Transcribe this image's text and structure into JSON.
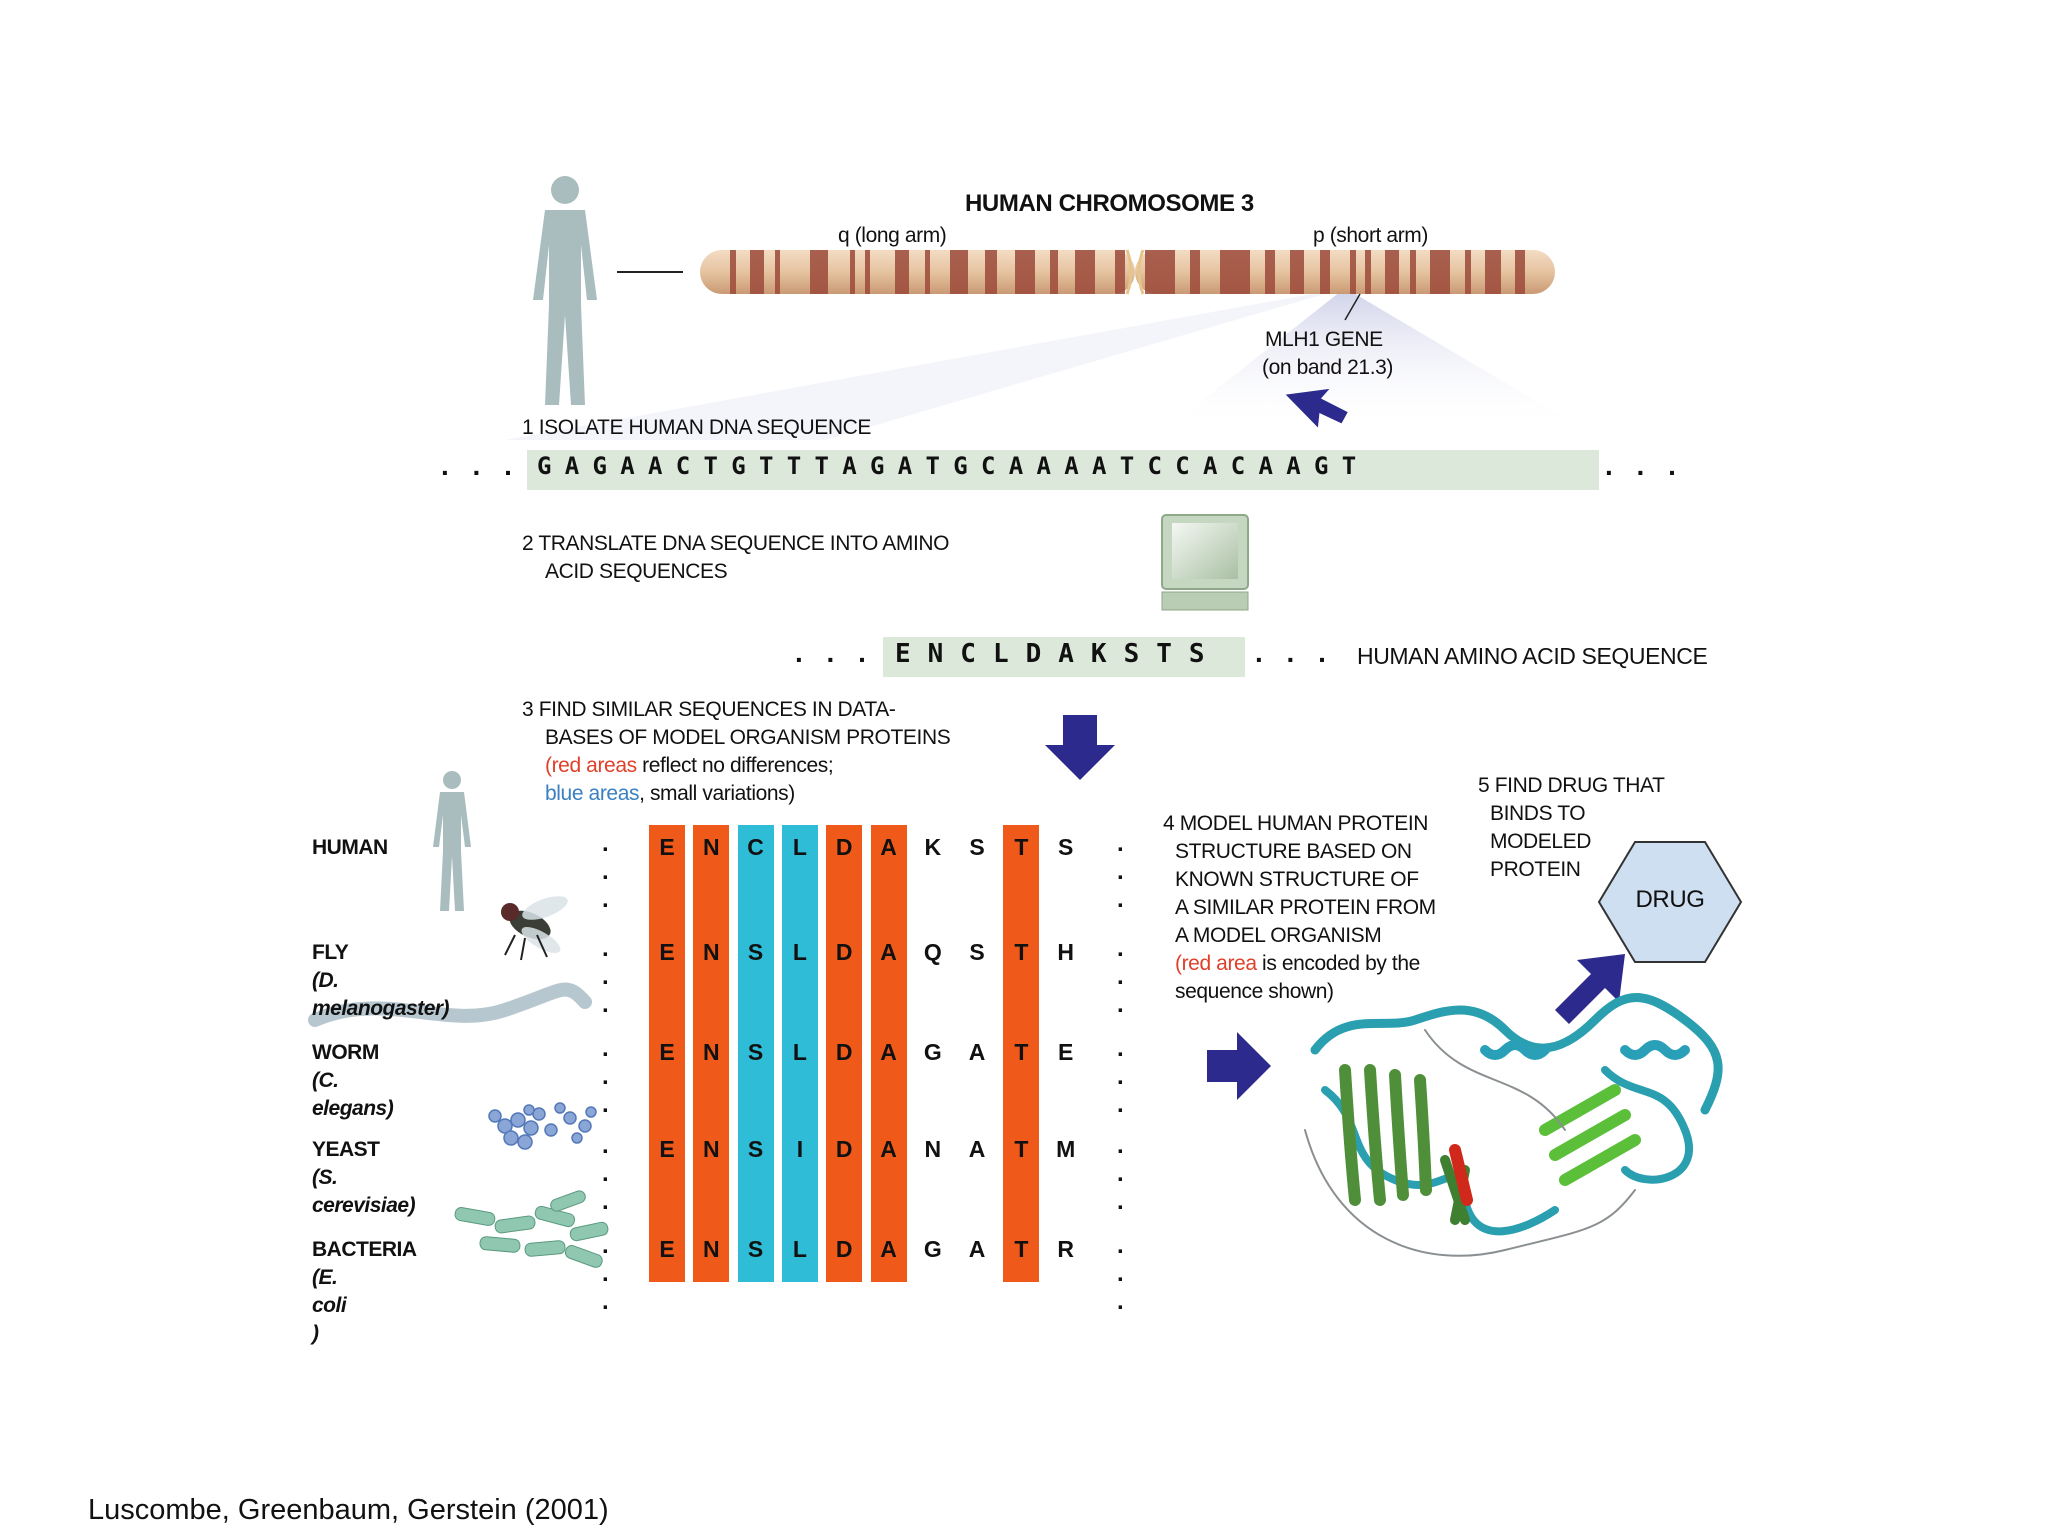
{
  "chromosome": {
    "title": "HUMAN CHROMOSOME 3",
    "q_label": "q (long arm)",
    "p_label": "p (short arm)",
    "gene_label": "MLH1 GENE",
    "band_label": "(on band 21.3)"
  },
  "step1": {
    "label": "1  ISOLATE HUMAN DNA SEQUENCE",
    "dots_left": ". . .",
    "sequence": "GAGAACTGTTTAGATGCAAAATCCACAAGT",
    "dots_right": ". . ."
  },
  "step2": {
    "line1": "2  TRANSLATE DNA SEQUENCE INTO AMINO",
    "line2": "ACID SEQUENCES"
  },
  "amino": {
    "dots_left": ". . .",
    "sequence": "ENCLDAKSTS",
    "dots_right": ". . .",
    "label": "HUMAN AMINO ACID SEQUENCE"
  },
  "step3": {
    "line1": "3  FIND SIMILAR SEQUENCES IN DATA-",
    "line2": "BASES OF MODEL ORGANISM PROTEINS",
    "line3_red": "(red   areas",
    "line3_rest": " reflect no differences;",
    "line4_blue": "blue areas",
    "line4_rest": ", small variations)"
  },
  "alignment": {
    "column_types": [
      "red",
      "red",
      "blue",
      "blue",
      "red",
      "red",
      "none",
      "none",
      "red",
      "none"
    ],
    "rows": [
      {
        "name": "HUMAN",
        "species": "",
        "residues": [
          "E",
          "N",
          "C",
          "L",
          "D",
          "A",
          "K",
          "S",
          "T",
          "S"
        ]
      },
      {
        "name": "FLY",
        "species": "(D. melanogaster)",
        "residues": [
          "E",
          "N",
          "S",
          "L",
          "D",
          "A",
          "Q",
          "S",
          "T",
          "H"
        ]
      },
      {
        "name": "WORM",
        "species": "(C. elegans)",
        "residues": [
          "E",
          "N",
          "S",
          "L",
          "D",
          "A",
          "G",
          "A",
          "T",
          "E"
        ]
      },
      {
        "name": "YEAST",
        "species": "(S. cerevisiae)",
        "residues": [
          "E",
          "N",
          "S",
          "I",
          "D",
          "A",
          "N",
          "A",
          "T",
          "M"
        ]
      },
      {
        "name": "BACTERIA",
        "species": "(E. coli )",
        "residues": [
          "E",
          "N",
          "S",
          "L",
          "D",
          "A",
          "G",
          "A",
          "T",
          "R"
        ]
      }
    ],
    "dots_left": ". . .",
    "dots_right": ". . ."
  },
  "step4": {
    "lines": [
      "4  MODEL HUMAN PROTEIN",
      "STRUCTURE BASED ON",
      "KNOWN STRUCTURE OF",
      "A SIMILAR PROTEIN FROM",
      "A MODEL ORGANISM"
    ],
    "line6_red": "(red area",
    "line6_rest": " is encoded by the",
    "line7": "sequence shown)"
  },
  "step5": {
    "lines": [
      "5  FIND DRUG THAT",
      "BINDS TO",
      "MODELED",
      "PROTEIN"
    ],
    "drug": "DRUG"
  },
  "colors": {
    "conserved": "#ef5a1a",
    "variation": "#2fbcd6",
    "arrow": "#2c2a8c",
    "sequence_band": "#dbe8da",
    "drug_fill": "#cfdff2"
  },
  "citation": "Luscombe, Greenbaum, Gerstein (2001)"
}
